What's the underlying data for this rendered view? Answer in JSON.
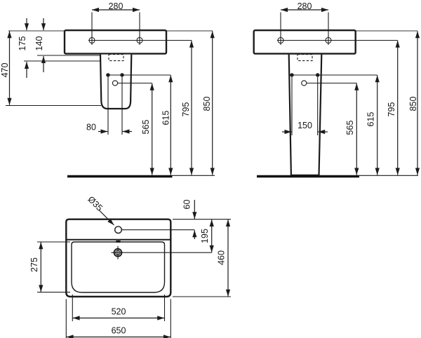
{
  "views": {
    "front": {
      "d280": "280",
      "d175": "175",
      "d140": "140",
      "d470": "470",
      "d80": "80",
      "d565": "565",
      "d615": "615",
      "d795": "795",
      "d850": "850"
    },
    "side": {
      "d280": "280",
      "d150": "150",
      "d565": "565",
      "d615": "615",
      "d795": "795",
      "d850": "850"
    },
    "plan": {
      "d35": "Ø35",
      "d60": "60",
      "d195": "195",
      "d460": "460",
      "d275": "275",
      "d520": "520",
      "d650": "650"
    }
  },
  "colors": {
    "line": "#1b1b1b",
    "wall_reference": "#8d8d8d",
    "background": "#ffffff"
  }
}
